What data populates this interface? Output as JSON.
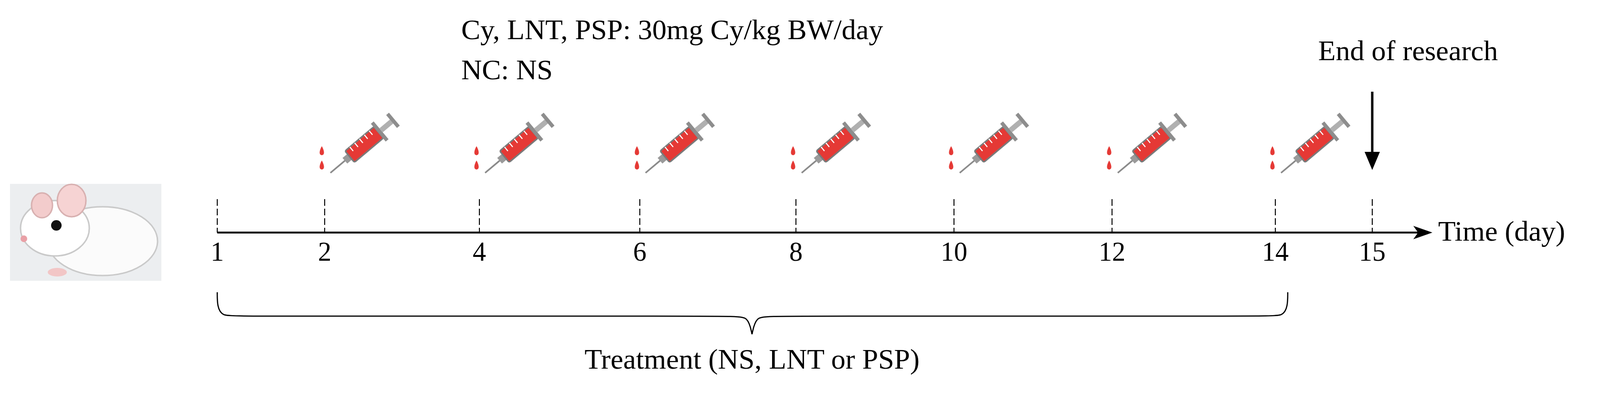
{
  "diagram": {
    "labels": [
      "Cy, LNT, PSP: 30mg Cy/kg BW/day",
      "NC: NS",
      "End of research",
      "1",
      "2",
      "4",
      "6",
      "8",
      "10",
      "12",
      "14",
      "15",
      "Time (day)",
      "Treatment (NS, LNT or PSP)"
    ]
  }
}
